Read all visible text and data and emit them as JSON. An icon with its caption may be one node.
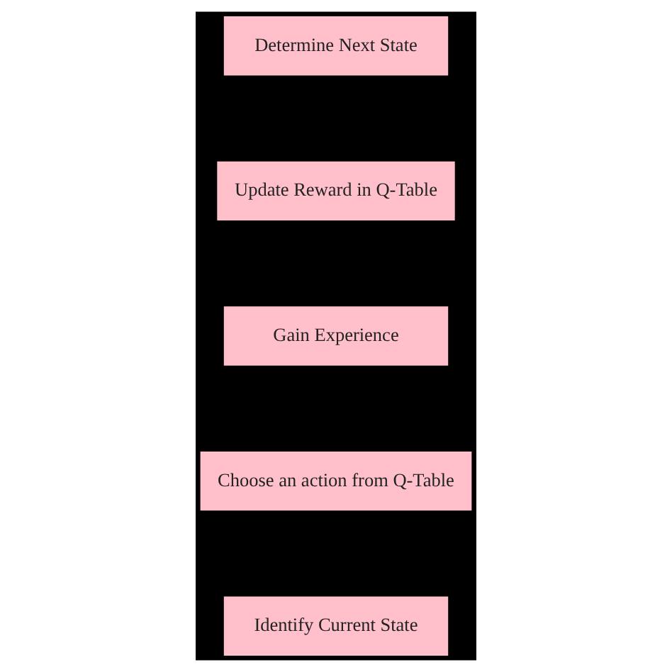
{
  "diagram": {
    "nodes": [
      {
        "text": [
          "Identify Current State"
        ]
      },
      {
        "text": [
          "Choose an action from Q-Table"
        ]
      },
      {
        "text": [
          "Gain Experience"
        ]
      },
      {
        "text": [
          "Update Reward in Q-Table"
        ]
      },
      {
        "text": [
          "Determine Next State"
        ]
      }
    ]
  }
}
